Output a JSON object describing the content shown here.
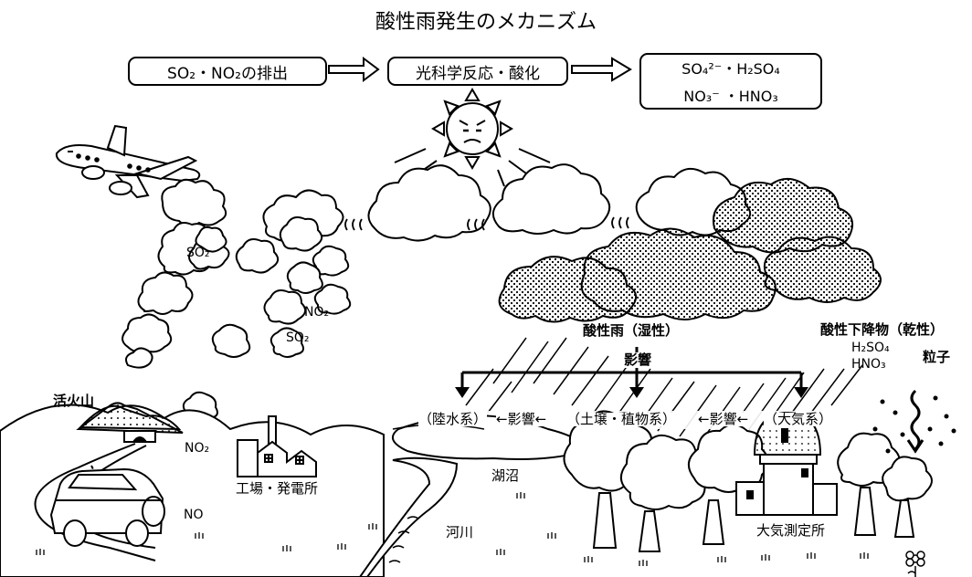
{
  "title": "酸性雨発生のメカニズム",
  "process": {
    "step1": "SO₂・NO₂の排出",
    "step2": "光科学反応・酸化",
    "product_line1": "SO₄²⁻・H₂SO₄",
    "product_line2": "NO₃⁻ ・HNO₃"
  },
  "labels": {
    "volcano": "活火山",
    "factory": "工場・発電所",
    "lake": "湖沼",
    "river": "河川",
    "observatory": "大気測定所",
    "wet_deposition": "酸性雨（湿性）",
    "influence": "影響",
    "dry_deposition": "酸性下降物（乾性）",
    "dry_h2so4": "H₂SO₄",
    "dry_hno3": "HNO₃",
    "particles": "粒子"
  },
  "gases": {
    "so2_a": "SO₂",
    "so2_b": "SO₂",
    "no2_a": "NO₂",
    "no2_b": "NO₂",
    "no": "NO"
  },
  "systems": {
    "water": "（陸水系）",
    "soil": "（土壌・植物系）",
    "air": "（大気系）",
    "arrow_label_1": "←影響←",
    "arrow_label_2": "←影響←"
  }
}
